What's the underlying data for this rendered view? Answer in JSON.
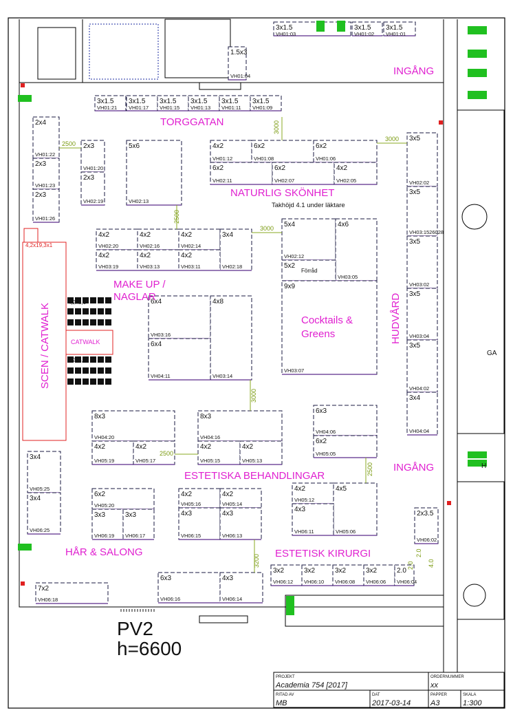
{
  "booths": [
    {
      "size": "3x1.5",
      "id": "VH01:03"
    },
    {
      "size": "3x1.5",
      "id": "VH01:02"
    },
    {
      "size": "3x1.5",
      "id": "VH01:01"
    },
    {
      "size": "1.5x3",
      "id": "VH01:04"
    },
    {
      "size": "3x1.5",
      "id": "VH01:21"
    },
    {
      "size": "3x1.5",
      "id": "VH01:17"
    },
    {
      "size": "3x1.5",
      "id": "VH01:15"
    },
    {
      "size": "3x1.5",
      "id": "VH01:13"
    },
    {
      "size": "3x1.5",
      "id": "VH01:11"
    },
    {
      "size": "3x1.5",
      "id": "VH01:09"
    },
    {
      "size": "2x4",
      "id": "VH01:22"
    },
    {
      "size": "2x3",
      "id": "VH01:23"
    },
    {
      "size": "2x3",
      "id": "VH01:26"
    },
    {
      "size": "2x3",
      "id": "VH01:20"
    },
    {
      "size": "2x3",
      "id": "VH02:19"
    },
    {
      "size": "5x6",
      "id": "VH02:13"
    },
    {
      "size": "4x2",
      "id": "VH01:12"
    },
    {
      "size": "6x2",
      "id": "VH01:08"
    },
    {
      "size": "6x2",
      "id": "VH01:06"
    },
    {
      "size": "6x2",
      "id": "VH02:11"
    },
    {
      "size": "6x2",
      "id": "VH02:07"
    },
    {
      "size": "4x2",
      "id": "VH02:05"
    },
    {
      "size": "3x5",
      "id": "VH02:02"
    },
    {
      "size": "3x5",
      "id": "VH03:1526028"
    },
    {
      "size": "3x5",
      "id": "VH03:02"
    },
    {
      "size": "3x5",
      "id": "VH03:04"
    },
    {
      "size": "3x5",
      "id": "VH04:02"
    },
    {
      "size": "3x4",
      "id": "VH04:04"
    },
    {
      "size": "4x2",
      "id": "VH02:20"
    },
    {
      "size": "4x2",
      "id": "VH02:16"
    },
    {
      "size": "4x2",
      "id": "VH02:14"
    },
    {
      "size": "3x4",
      "id": "VH02:18"
    },
    {
      "size": "4x2",
      "id": "VH03:19"
    },
    {
      "size": "4x2",
      "id": "VH03:13"
    },
    {
      "size": "4x2",
      "id": "VH03:11"
    },
    {
      "size": "5x4",
      "id": "VH02:12"
    },
    {
      "size": "4x6",
      "id": "VH03:05"
    },
    {
      "size": "5x2",
      "id": ""
    },
    {
      "size": "9x9",
      "id": "VH03:07"
    },
    {
      "size": "6x4",
      "id": "VH03:16"
    },
    {
      "size": "4x8",
      "id": "VH03:14"
    },
    {
      "size": "6x4",
      "id": "VH04:11"
    },
    {
      "size": "8x3",
      "id": "VH04:20"
    },
    {
      "size": "8x3",
      "id": "VH04:16"
    },
    {
      "size": "4x2",
      "id": "VH05:19"
    },
    {
      "size": "4x2",
      "id": "VH05:17"
    },
    {
      "size": "4x2",
      "id": "VH05:15"
    },
    {
      "size": "4x2",
      "id": "VH05:13"
    },
    {
      "size": "6x3",
      "id": "VH04:06"
    },
    {
      "size": "6x2",
      "id": "VH05:05"
    },
    {
      "size": "3x4",
      "id": "VH05:25"
    },
    {
      "size": "3x4",
      "id": "VH06:25"
    },
    {
      "size": "6x2",
      "id": "VH05:20"
    },
    {
      "size": "3x3",
      "id": "VH06:19"
    },
    {
      "size": "3x3",
      "id": "VH06:17"
    },
    {
      "size": "4x2",
      "id": "VH05:16"
    },
    {
      "size": "4x2",
      "id": "VH05:14"
    },
    {
      "size": "4x3",
      "id": "VH06:15"
    },
    {
      "size": "4x3",
      "id": "VH06:13"
    },
    {
      "size": "4x2",
      "id": "VH05:12"
    },
    {
      "size": "4x5",
      "id": "VH05:06"
    },
    {
      "size": "4x3",
      "id": "VH06:11"
    },
    {
      "size": "2x3.5",
      "id": "VH06:02"
    },
    {
      "size": "3x2",
      "id": "VH06:12"
    },
    {
      "size": "3x2",
      "id": "VH06:10"
    },
    {
      "size": "3x2",
      "id": "VH06:08"
    },
    {
      "size": "3x2",
      "id": "VH06:06"
    },
    {
      "size": "2.0",
      "id": "VH06:04"
    },
    {
      "size": "6x3",
      "id": "VH06:16"
    },
    {
      "size": "4x3",
      "id": "VH06:14"
    },
    {
      "size": "7x2",
      "id": "VH06:18"
    }
  ],
  "zones": {
    "torggatan": "TORGGATAN",
    "naturlig": "NATURLIG SKÖNHET",
    "takhojd": "Takhöjd 4.1 under läktare",
    "makeup1": "MAKE UP /",
    "makeup2": "NAGLAR",
    "hudvard": "HUDVÅRD",
    "cocktails1": "Cocktails &",
    "cocktails2": "Greens",
    "scen": "SCEN / CATWALK",
    "catwalk": "CATWALK",
    "estetiska": "ESTETISKA BEHANDLINGAR",
    "har": "HÅR & SALONG",
    "kirurgi": "ESTETISK KIRURGI",
    "ingang_top": "INGÅNG",
    "ingang_right": "INGÅNG",
    "forrad": "Förråd",
    "stage_dim": "4,2x19,3x1",
    "seat_label_a": "4,2x3,0",
    "seat_label_b": "4,2x3,0",
    "edge_ga": "GA",
    "edge_h": "H"
  },
  "dims": [
    "2500",
    "3000",
    "3000",
    "2500",
    "3000",
    "3000",
    "2500",
    "2500",
    "3200",
    "2.0",
    "2.0",
    "4.0"
  ],
  "pv": {
    "name": "PV2",
    "height": "h=6600"
  },
  "titleblock": {
    "projekt_label": "PROJEKT",
    "projekt": "Academia 754 [2017]",
    "order_label": "ORDERNUMMER",
    "order": "xx",
    "ritad_label": "RITAD AV",
    "ritad": "MB",
    "dat_label": "DAT",
    "dat": "2017-03-14",
    "papper_label": "PAPPER",
    "papper": "A3",
    "skala_label": "SKALA",
    "skala": "1:300"
  },
  "colors": {
    "zone": "#e020d0",
    "dim": "#7a9a10",
    "stage": "#e02020",
    "exit": "#20c020"
  }
}
